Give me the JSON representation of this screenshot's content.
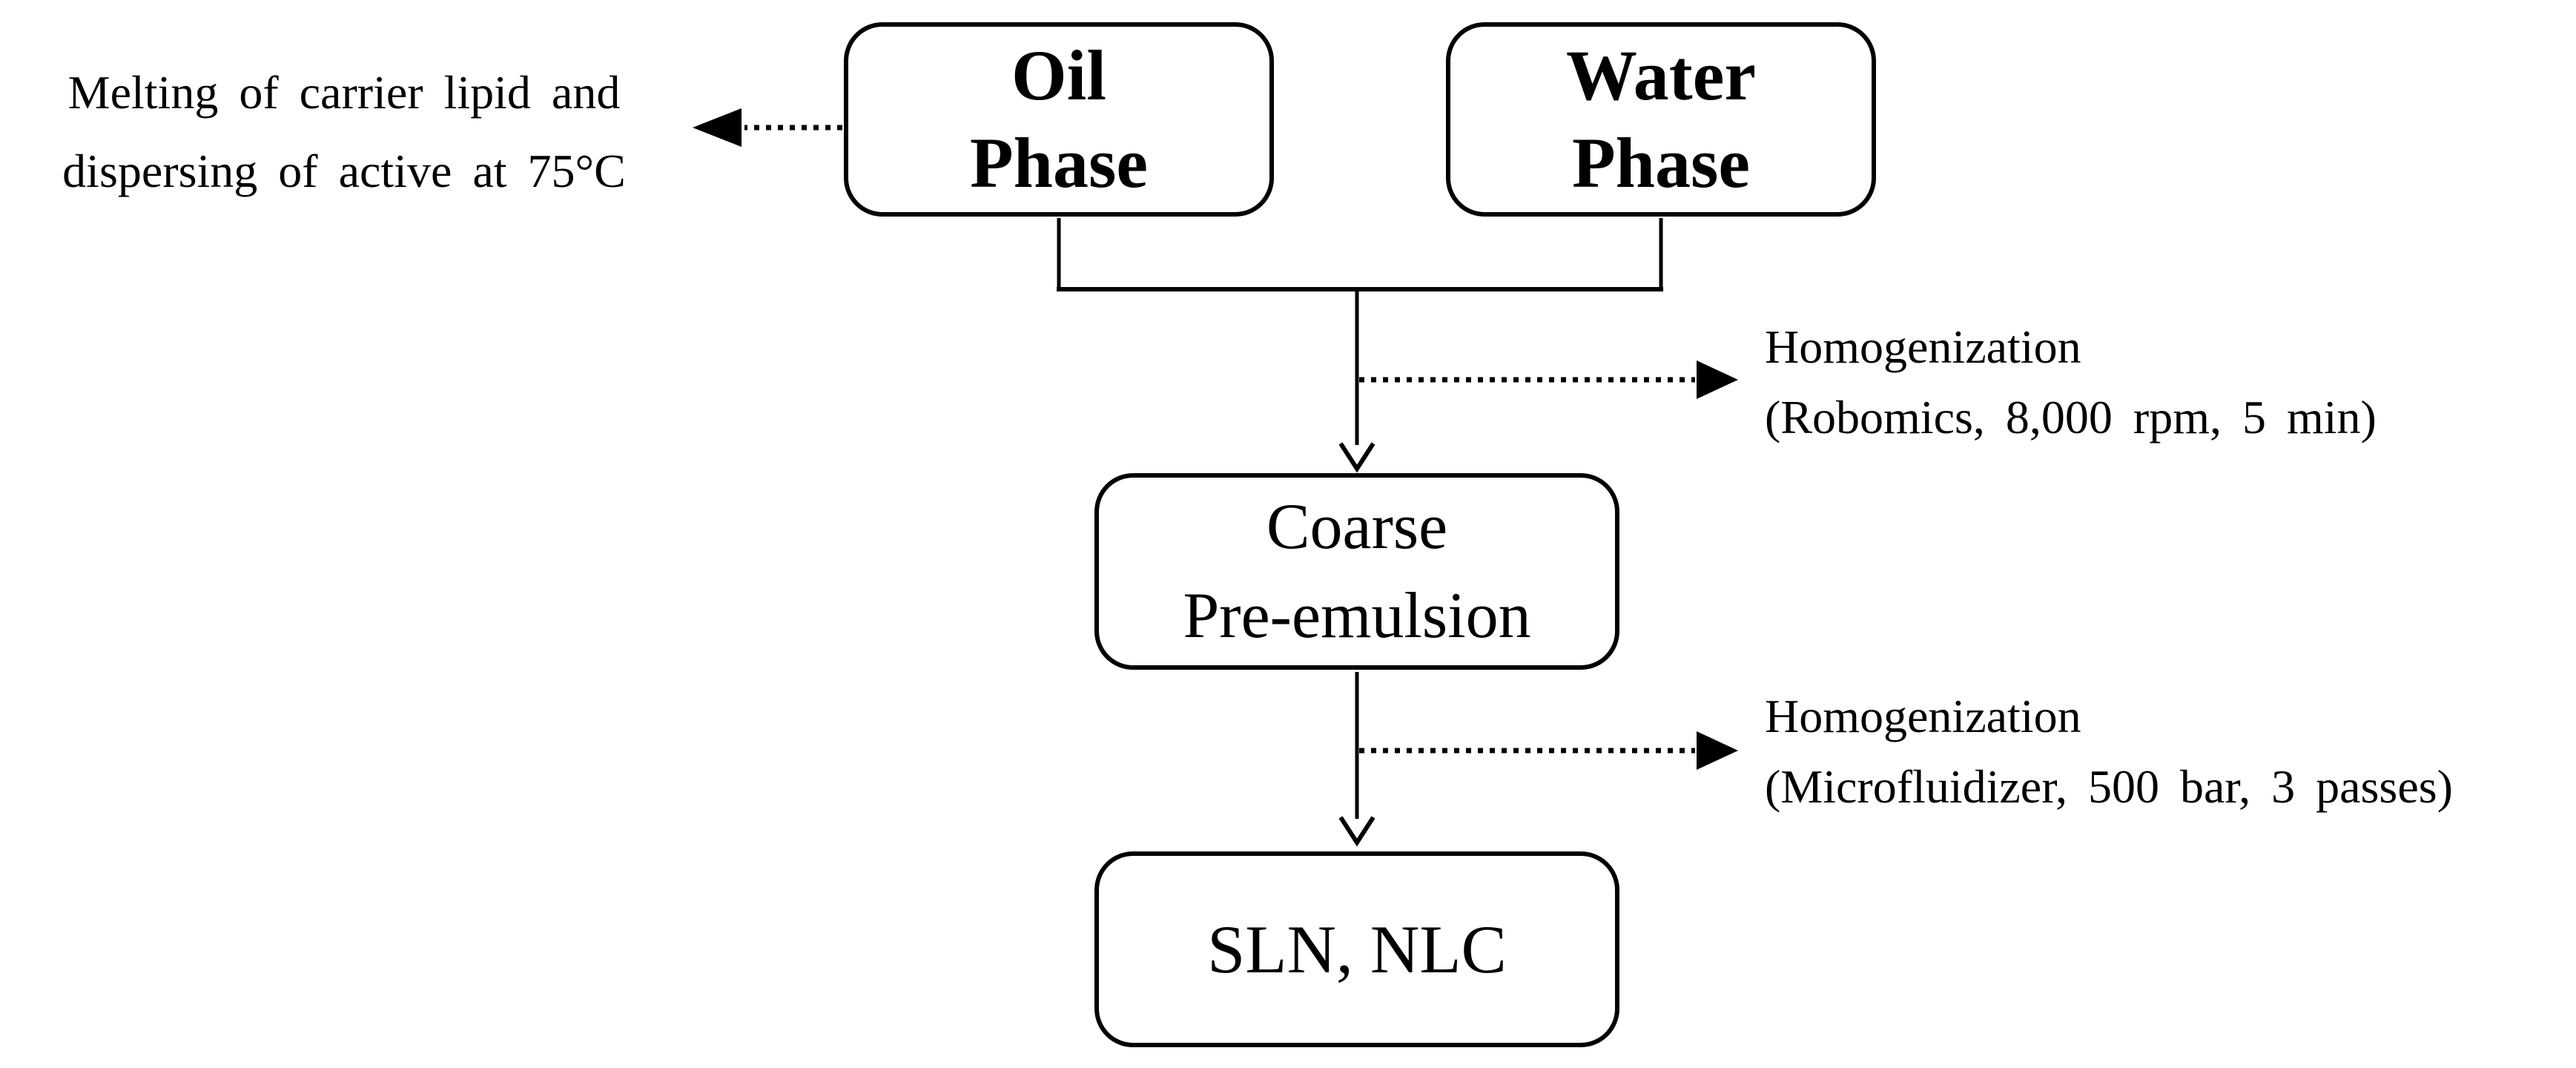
{
  "diagram": {
    "background_color": "#ffffff",
    "line_color": "#000000",
    "text_color": "#000000",
    "nodes": {
      "oil_phase": {
        "line1": "Oil",
        "line2": "Phase"
      },
      "water_phase": {
        "line1": "Water",
        "line2": "Phase"
      },
      "coarse_pre_emulsion": {
        "line1": "Coarse",
        "line2": "Pre-emulsion"
      },
      "final_product": {
        "label": "SLN, NLC"
      }
    },
    "annotations": {
      "oil_note": {
        "line1": "Melting of carrier lipid and",
        "line2": "dispersing of active at 75°C"
      },
      "homogenization_1": {
        "line1": "Homogenization",
        "line2": "(Robomics, 8,000 rpm, 5 min)"
      },
      "homogenization_2": {
        "line1": "Homogenization",
        "line2": "(Microfluidizer, 500 bar, 3 passes)"
      }
    },
    "flow": [
      "Oil Phase + Water Phase -> Coarse Pre-emulsion (Homogenization: Robomics, 8,000 rpm, 5 min)",
      "Coarse Pre-emulsion -> SLN, NLC (Homogenization: Microfluidizer, 500 bar, 3 passes)"
    ]
  }
}
